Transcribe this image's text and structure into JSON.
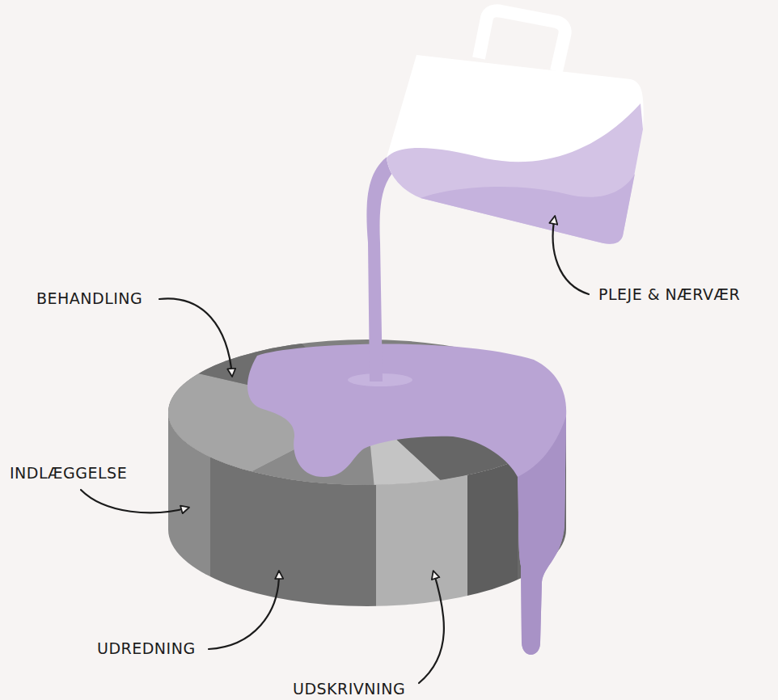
{
  "diagram": {
    "labels": [
      "BEHANDLING",
      "INDLÆGGELSE",
      "UDREDNING",
      "UDSKRIVNING",
      "PLEJE & NÆRVÆR"
    ]
  }
}
